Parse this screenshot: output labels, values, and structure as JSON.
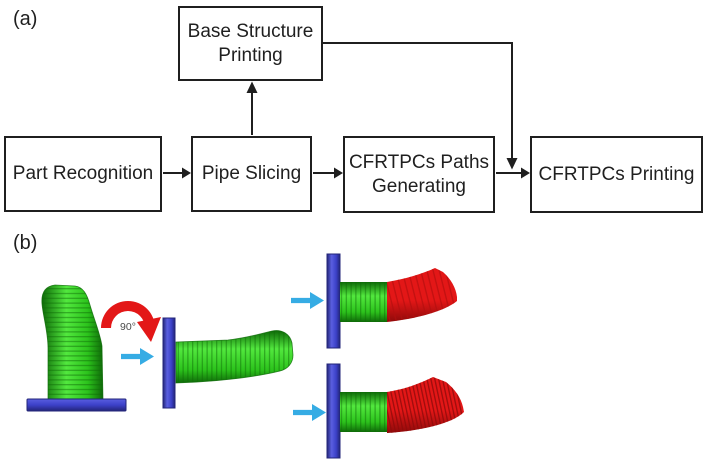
{
  "panel_a": {
    "label": "(a)",
    "flowchart": {
      "boxes": [
        {
          "id": "base-structure-printing",
          "label": "Base Structure Printing"
        },
        {
          "id": "part-recognition",
          "label": "Part Recognition"
        },
        {
          "id": "pipe-slicing",
          "label": "Pipe Slicing"
        },
        {
          "id": "cfrtpcs-paths-generating",
          "label": "CFRTPCs Paths Generating"
        },
        {
          "id": "cfrtpcs-printing",
          "label": "CFRTPCs Printing"
        }
      ]
    }
  },
  "panel_b": {
    "label": "(b)",
    "rotation_label": "90°",
    "icons": {
      "rotate_arrow": "rotate-90-arc-arrow",
      "process_arrow": "right-arrow"
    }
  },
  "colors": {
    "outline": "#1f1f1f",
    "green": "#2cc31c",
    "green_light": "#52e83e",
    "green_dark": "#0e6a08",
    "blue": "#3c41c8",
    "blue_light": "#5a5fe0",
    "blue_dark": "#232578",
    "red": "#e31717",
    "red_rib": "#b30e0e",
    "red_dark": "#8f0a0a",
    "cyan": "#36ace4",
    "angle_text": "#4a4a4a"
  }
}
